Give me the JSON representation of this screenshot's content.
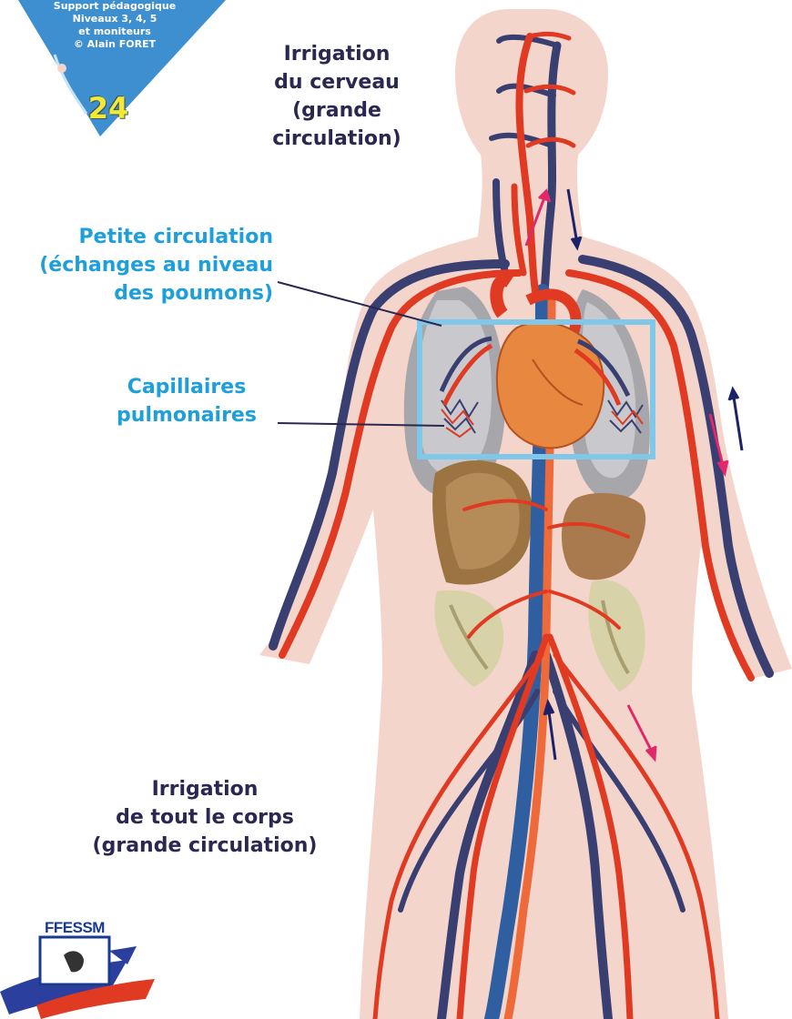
{
  "labels": {
    "brain_irrigation": "Irrigation\ndu cerveau\n(grande\ncirculation)",
    "pulmonary_circulation": "Petite circulation\n(échanges au niveau\ndes poumons)",
    "pulmonary_capillaries": "Capillaires\npulmonaires",
    "body_irrigation": "Irrigation\nde tout le corps\n(grande circulation)"
  },
  "badge": {
    "line1": "Support pédagogique",
    "line2": "Niveaux 3, 4, 5",
    "line3": "et moniteurs",
    "line4": "© Alain FORET",
    "number": "24"
  },
  "logo": {
    "text": "FFESSM"
  },
  "colors": {
    "artery": "#e03a22",
    "vein": "#3a3f72",
    "skin": "#f4d5cc",
    "heart": "#e8873f",
    "label_dark": "#2a2850",
    "label_blue": "#1e9fdc",
    "highlight_box": "#7fc8ea",
    "arrow_up": "#e0286a",
    "arrow_down": "#1c2268"
  }
}
